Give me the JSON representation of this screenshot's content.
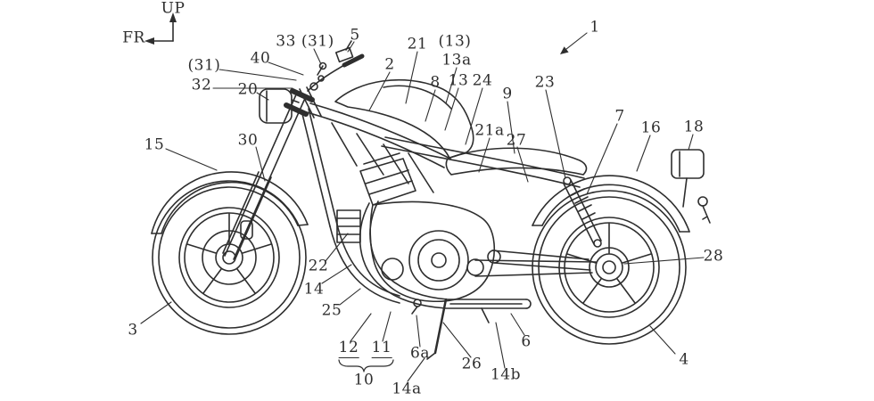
{
  "figure": {
    "description": "Patent-style line drawing of a motorcycle, left side elevation, annotated with numbered reference labels and UP/FR orientation arrows",
    "labels": [
      "UP",
      "FR",
      "(31)",
      "32",
      "40",
      "20",
      "33 (31)",
      "5",
      "2",
      "21",
      "(13)",
      "13a",
      "8",
      "13",
      "24",
      "9",
      "23",
      "1",
      "15",
      "30",
      "21a",
      "27",
      "7",
      "16",
      "18",
      "28",
      "3",
      "22",
      "14",
      "25",
      "12",
      "11",
      "10",
      "6a",
      "14a",
      "26",
      "6",
      "14b",
      "4"
    ]
  },
  "colors": {
    "ink": "#2e2e2e",
    "background": "#ffffff"
  }
}
